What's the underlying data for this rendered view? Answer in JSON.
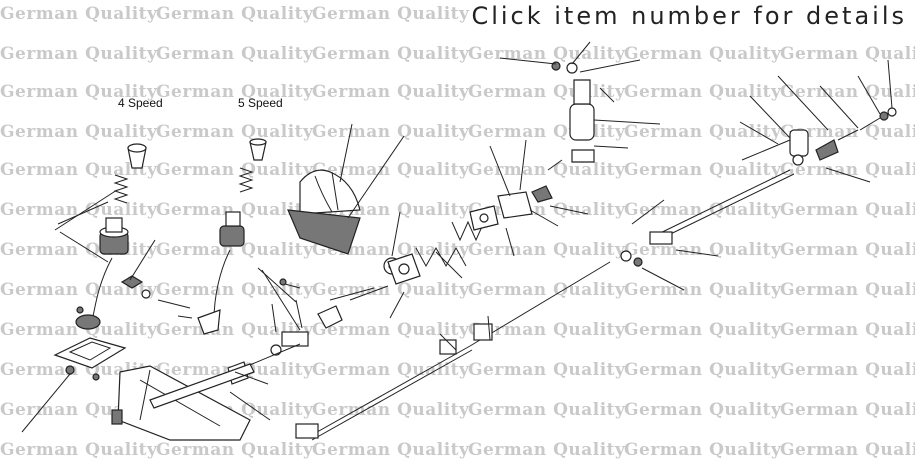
{
  "header": {
    "text": "Click item number for details"
  },
  "labels": {
    "four_speed": "4 Speed",
    "five_speed": "5 Speed"
  },
  "watermark": {
    "text": "German Quality"
  },
  "colors": {
    "watermark": "#c9c9c9",
    "line": "#222222",
    "header": "#222222"
  }
}
